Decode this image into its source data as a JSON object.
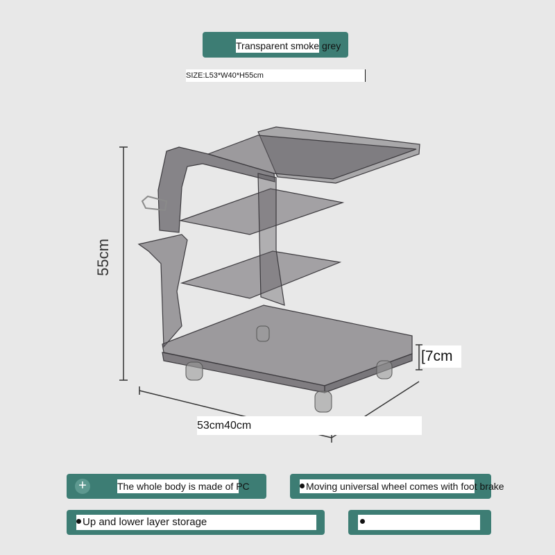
{
  "header": {
    "color_label": "Transparent smoke grey",
    "size_label": "SIZE:L53*W40*H55cm"
  },
  "dimensions": {
    "height": "55cm",
    "wheel_height": "[7cm",
    "length_width": "53cm40cm"
  },
  "features": [
    {
      "text": "The whole body is made of PC",
      "icon": "plus-icon"
    },
    {
      "text": "Moving universal wheel comes with foot brake",
      "icon": "bullet-icon"
    },
    {
      "text": "Up and lower layer storage",
      "icon": "bullet-icon"
    },
    {
      "text": "",
      "icon": "bullet-icon"
    }
  ],
  "colors": {
    "background": "#e8e8e8",
    "accent": "#3d7d74",
    "label_bg": "#ffffff",
    "acrylic": "#5d5a5f"
  }
}
